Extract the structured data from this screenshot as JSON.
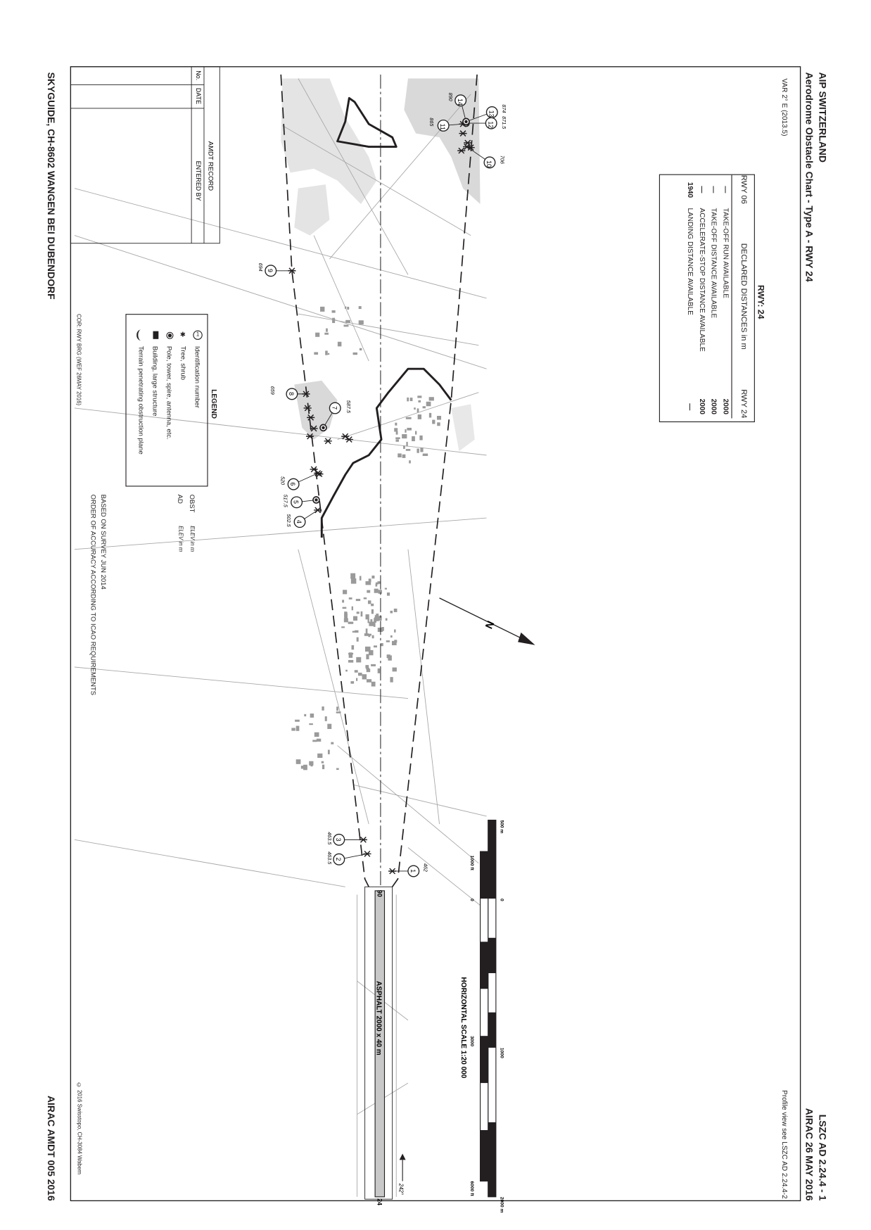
{
  "header": {
    "publication": "AIP SWITZERLAND",
    "chart_title": "Aerodrome Obstacle Chart - Type A - RWY 24",
    "chart_id": "LSZC AD 2.24.4 - 1",
    "airac_date": "AIRAC 26 MAY 2016",
    "variation": "VAR 2° E (2013.5)",
    "profile_note": "Profile view see LSZC AD 2.24.4-2"
  },
  "footer": {
    "publisher": "SKYGUIDE, CH-8602 WANGEN BEI DUBENDORF",
    "amendment": "AIRAC AMDT 005 2016",
    "copyright": "© 2016 Swisstopo, CH-3084 Wabern"
  },
  "declared_distances": {
    "title": "RWY: 24",
    "headers": [
      "RWY 06",
      "DECLARED DISTANCES in m",
      "RWY 24"
    ],
    "rows": [
      {
        "rwy06": "—",
        "label": "TAKE-OFF RUN AVAILABLE",
        "rwy24": "2000"
      },
      {
        "rwy06": "—",
        "label": "TAKE-OFF DISTANCE AVAILABLE",
        "rwy24": "2000"
      },
      {
        "rwy06": "—",
        "label": "ACCELERATE-STOP DISTANCE AVAILABLE",
        "rwy24": "2000"
      },
      {
        "rwy06": "1940",
        "label": "LANDING DISTANCE AVAILABLE",
        "rwy24": "—"
      }
    ]
  },
  "legend": {
    "title": "LEGEND",
    "items": [
      {
        "symbol": "1",
        "icon": "identification-circle-icon",
        "label": "Identification number"
      },
      {
        "symbol": "✱",
        "icon": "tree-icon",
        "label": "Tree, shrub"
      },
      {
        "symbol": "",
        "icon": "pole-icon",
        "label": "Pole, tower, spire, antenna, etc."
      },
      {
        "symbol": "",
        "icon": "building-icon",
        "label": "Building, large structure"
      },
      {
        "symbol": "",
        "icon": "terrain-line-icon",
        "label": "Terrain penetrating obstruction plane"
      }
    ]
  },
  "notes": {
    "correction": "COR: RWY BRG (WEF 26MAY 2016)",
    "obst_label": "OBST",
    "obst_unit": "ELEV in m",
    "ad_label": "AD",
    "ad_unit": "ELEV in m",
    "survey": "BASED ON SURVEY JUN 2014",
    "accuracy": "ORDER OF ACCURACY ACCORDING TO ICAO REQUIREMENTS"
  },
  "amdt_record": {
    "title": "AMDT RECORD",
    "columns": [
      "No.",
      "DATE",
      "ENTERED BY"
    ]
  },
  "runway": {
    "surface_label": "ASPHALT 2000 x 40 m",
    "threshold_start": "90",
    "threshold_end": "24",
    "bearing": "242°"
  },
  "north_label": "N",
  "scale": {
    "title": "HORIZONTAL SCALE 1:20 000",
    "metric_labels": [
      "500 m",
      "0",
      "1000",
      "2000 m"
    ],
    "feet_labels": [
      "1000 ft",
      "0",
      "3000",
      "6000 ft"
    ]
  },
  "obstacles": [
    {
      "id": "1",
      "elev": "462",
      "type": "tree"
    },
    {
      "id": "2",
      "elev": "463.5",
      "type": "tree"
    },
    {
      "id": "3",
      "elev": "463.5",
      "type": "tree"
    },
    {
      "id": "4",
      "elev": "502.5",
      "type": "tree"
    },
    {
      "id": "5",
      "elev": "517.5",
      "type": "pole"
    },
    {
      "id": "6",
      "elev": "520",
      "type": "tree"
    },
    {
      "id": "7",
      "elev": "587.5",
      "type": "pole"
    },
    {
      "id": "8",
      "elev": "659",
      "type": "tree"
    },
    {
      "id": "9",
      "elev": "694",
      "type": "tree"
    },
    {
      "id": "10",
      "elev": "706",
      "type": "tree"
    },
    {
      "id": "11",
      "elev": "865",
      "type": "tree"
    },
    {
      "id": "12",
      "elev": "871.5",
      "type": "pole"
    },
    {
      "id": "13",
      "elev": "874",
      "type": "pole"
    },
    {
      "id": "14",
      "elev": "890",
      "type": "pole"
    }
  ],
  "colors": {
    "ink": "#231f20",
    "forest": "#d9d9d9",
    "roads": "#a8a8a8",
    "runway": "#c8c8c8"
  }
}
